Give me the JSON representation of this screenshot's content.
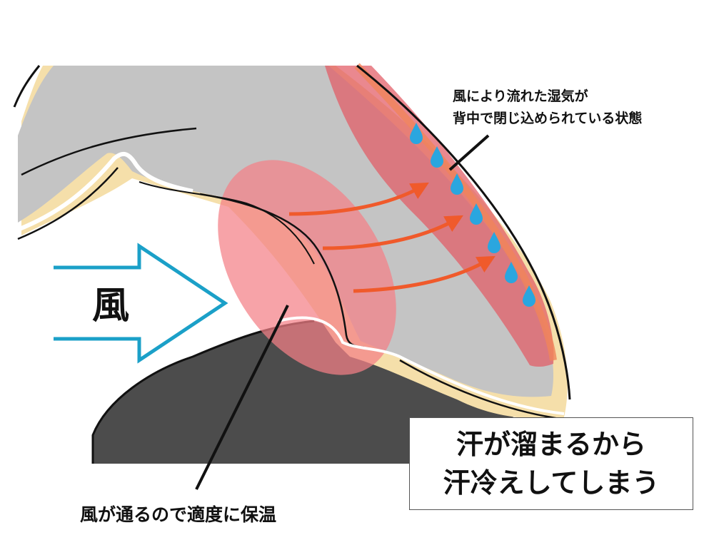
{
  "labels": {
    "wind": "風",
    "top_note_line1": "風により流れた湿気が",
    "top_note_line2": "背中で閉じ込められている状態",
    "bottom_note": "風が通るので適度に保温",
    "box_line1": "汗が溜まるから",
    "box_line2": "汗冷えしてしまう"
  },
  "colors": {
    "garment_gray": "#c4c4c4",
    "lining_cream": "#f5dfaa",
    "warm_zone_pink": "#f47f86",
    "back_zone_red": "#e25a64",
    "arrow_orange": "#f05a2b",
    "wind_arrow_blue": "#1ba0c8",
    "sweat_drop_blue": "#2aa6df",
    "body_dark": "#4c4c4c",
    "outline": "#111111"
  },
  "icons": {
    "wind_arrow": "outline-right-arrow",
    "flow_arrows": "curved-right-arrow",
    "sweat_drops": "water-drop"
  }
}
